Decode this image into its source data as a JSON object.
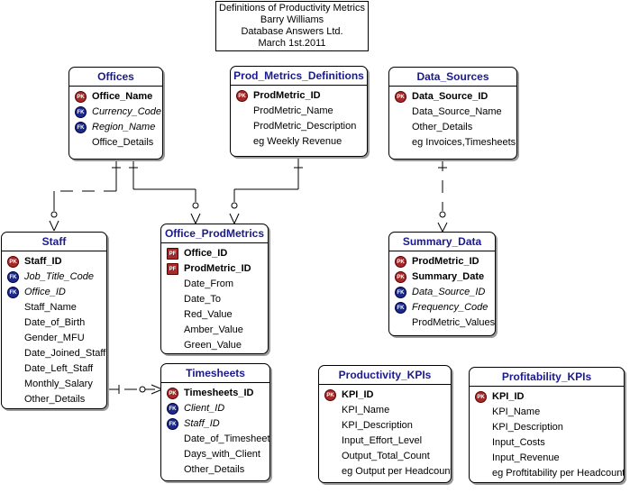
{
  "header": {
    "line1": "Definitions of Productivity Metrics",
    "line2": "Barry Williams",
    "line3": "Database Answers Ltd.",
    "line4": "March 1st.2011"
  },
  "badges": {
    "pk": "PK",
    "fk": "FK",
    "pf": "PF"
  },
  "entities": {
    "offices": {
      "title": "Offices",
      "keys": [
        {
          "badge": "pk",
          "label": "Office_Name"
        },
        {
          "badge": "fk",
          "label": "Currency_Code"
        },
        {
          "badge": "fk",
          "label": "Region_Name"
        }
      ],
      "attrs": [
        "Office_Details"
      ]
    },
    "prod_metrics_definitions": {
      "title": "Prod_Metrics_Definitions",
      "keys": [
        {
          "badge": "pk",
          "label": "ProdMetric_ID"
        }
      ],
      "attrs": [
        "ProdMetric_Name",
        "ProdMetric_Description",
        "eg Weekly Revenue"
      ]
    },
    "data_sources": {
      "title": "Data_Sources",
      "keys": [
        {
          "badge": "pk",
          "label": "Data_Source_ID"
        }
      ],
      "attrs": [
        "Data_Source_Name",
        "Other_Details",
        "eg Invoices,Timesheets"
      ]
    },
    "staff": {
      "title": "Staff",
      "keys": [
        {
          "badge": "pk",
          "label": "Staff_ID"
        },
        {
          "badge": "fk",
          "label": "Job_Title_Code"
        },
        {
          "badge": "fk",
          "label": "Office_ID"
        }
      ],
      "attrs": [
        "Staff_Name",
        "Date_of_Birth",
        "Gender_MFU",
        "Date_Joined_Staff",
        "Date_Left_Staff",
        "Monthly_Salary",
        "Other_Details"
      ]
    },
    "office_prodmetrics": {
      "title": "Office_ProdMetrics",
      "keys": [
        {
          "badge": "pf",
          "label": "Office_ID"
        },
        {
          "badge": "pf",
          "label": "ProdMetric_ID"
        }
      ],
      "attrs": [
        "Date_From",
        "Date_To",
        "Red_Value",
        "Amber_Value",
        "Green_Value"
      ]
    },
    "summary_data": {
      "title": "Summary_Data",
      "keys": [
        {
          "badge": "pk",
          "label": "ProdMetric_ID"
        },
        {
          "badge": "pk",
          "label": "Summary_Date"
        },
        {
          "badge": "fk",
          "label": "Data_Source_ID"
        },
        {
          "badge": "fk",
          "label": "Frequency_Code"
        }
      ],
      "attrs": [
        "ProdMetric_Values"
      ]
    },
    "timesheets": {
      "title": "Timesheets",
      "keys": [
        {
          "badge": "pk",
          "label": "Timesheets_ID"
        },
        {
          "badge": "fk",
          "label": "Client_ID"
        },
        {
          "badge": "fk",
          "label": "Staff_ID"
        }
      ],
      "attrs": [
        "Date_of_Timesheet",
        "Days_with_Client",
        "Other_Details"
      ]
    },
    "productivity_kpis": {
      "title": "Productivity_KPIs",
      "keys": [
        {
          "badge": "pk",
          "label": "KPI_ID"
        }
      ],
      "attrs": [
        "KPI_Name",
        "KPI_Description",
        "Input_Effort_Level",
        "Output_Total_Count",
        "eg Output per Headcount"
      ]
    },
    "profitability_kpis": {
      "title": "Profitability_KPIs",
      "keys": [
        {
          "badge": "pk",
          "label": "KPI_ID"
        }
      ],
      "attrs": [
        "KPI_Name",
        "KPI_Description",
        "Input_Costs",
        "Input_Revenue",
        "eg Proftitability per Headcount"
      ]
    }
  }
}
